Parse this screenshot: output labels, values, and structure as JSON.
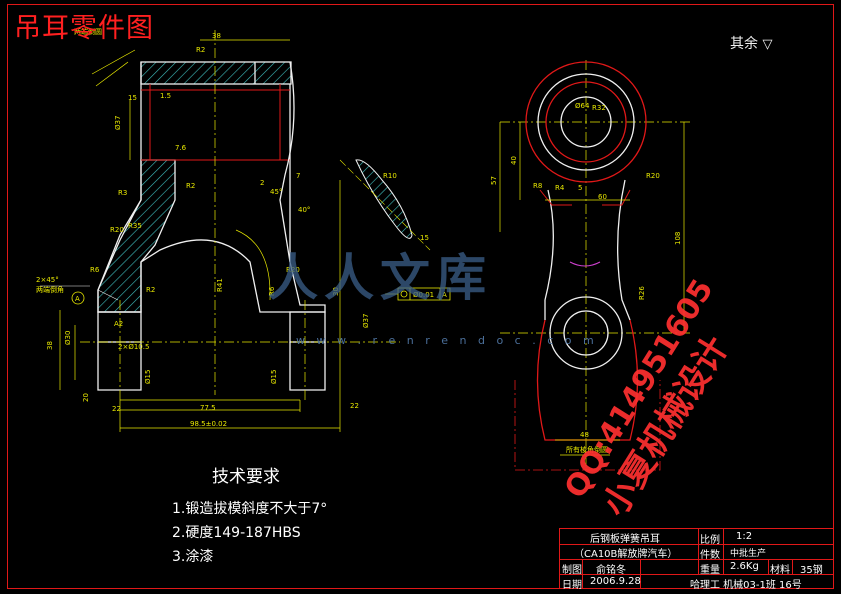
{
  "title": "吊耳零件图",
  "roughness": {
    "label": "其余",
    "symbol": "▽"
  },
  "tech_requirements": {
    "heading": "技术要求",
    "items": [
      "1.锻造拔模斜度不大于7°",
      "2.硬度149-187HBS",
      "3.涂漆"
    ]
  },
  "callouts": {
    "section_a": "A",
    "corner": "2×45°",
    "tolerance_frame": [
      "◎",
      "Ø0.01",
      "A"
    ]
  },
  "watermark": {
    "qq": "QQ:414951605",
    "shop": "小夏机械设计",
    "site": "w w w . r e n r e n d o c . c o m",
    "logo": "人人文库"
  },
  "title_block": {
    "part_name_line1": "后钢板弹簧吊耳",
    "part_name_line2": "（CA10B解放牌汽车）",
    "scale_label": "比例",
    "scale_value": "1:2",
    "count_label": "件数",
    "count_value": "中批生产",
    "drawn_label": "制图",
    "drawn_value": "俞铭冬",
    "weight_label": "重量",
    "weight_value": "2.6Kg",
    "material_label": "材料",
    "material_value": "35钢",
    "date_label": "日期",
    "date_value": "2006.9.28",
    "school": "哈理工 机械03-1班 16号"
  },
  "colors": {
    "background": "#000000",
    "frame": "#e01818",
    "outline": "#f0f0f0",
    "dimension": "#e8e800",
    "hatch": "#3fbfbf",
    "centerline": "#e8e800",
    "watermark": "#ff3030"
  }
}
